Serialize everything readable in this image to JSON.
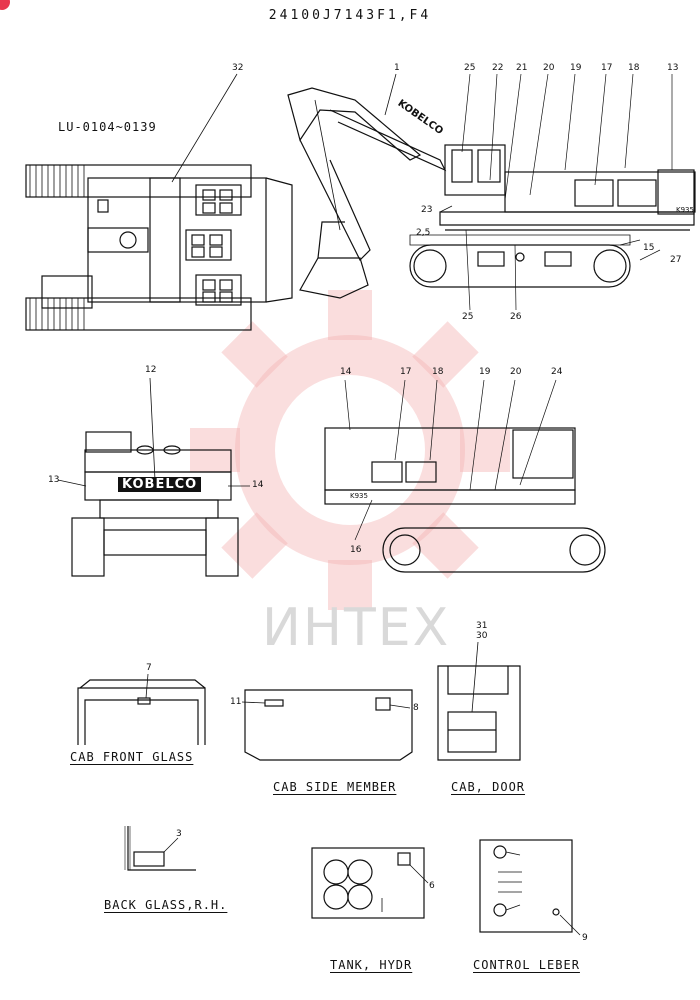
{
  "title": "24100J7143F1,F4",
  "serial_range": "LU-0104~0139",
  "watermark": {
    "text": "ИНТЕХ",
    "color": "#f2a7a7"
  },
  "logo_text": "KOBELCO",
  "model_mark": "K935",
  "callouts": {
    "top": [
      "32",
      "1",
      "25",
      "22",
      "21",
      "20",
      "19",
      "17",
      "18",
      "13"
    ],
    "side_left": [
      "23",
      "2,5"
    ],
    "side_bottom": [
      "25",
      "26",
      "15",
      "27"
    ],
    "middle": [
      "12",
      "13",
      "14",
      "14",
      "17",
      "18",
      "19",
      "20",
      "24",
      "16"
    ],
    "details": [
      "7",
      "11",
      "8",
      "31",
      "30",
      "3",
      "6",
      "9"
    ]
  },
  "captions": {
    "cab_front_glass": "CAB FRONT GLASS",
    "cab_side_member": "CAB SIDE MEMBER",
    "cab_door": "CAB, DOOR",
    "back_glass": "BACK GLASS,R.H.",
    "tank_hydr": "TANK, HYDR",
    "control_leber": "CONTROL LEBER"
  }
}
